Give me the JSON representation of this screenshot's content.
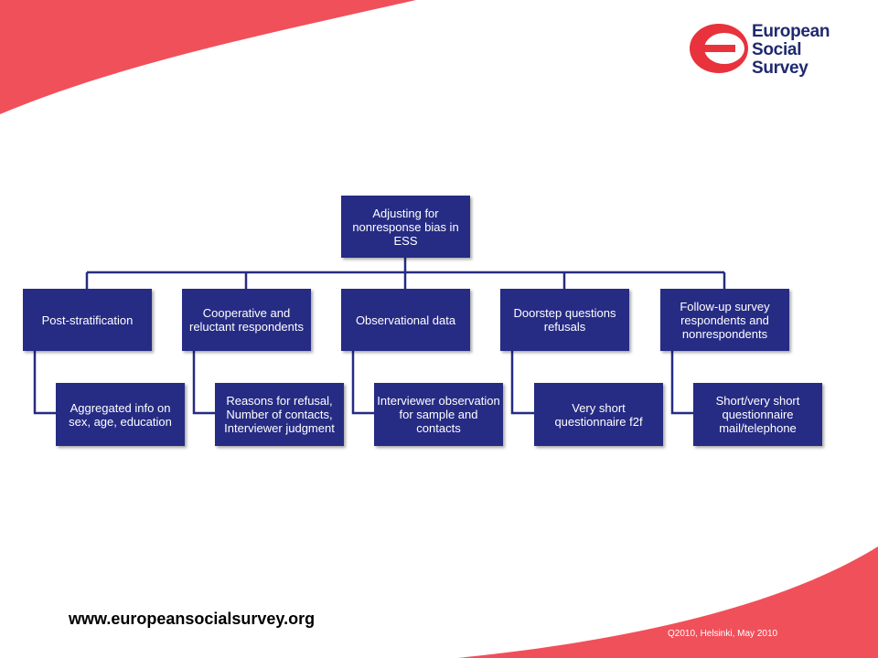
{
  "brand": {
    "logo_lines": [
      "European",
      "Social",
      "Survey"
    ],
    "accent_color": "#f0505a",
    "navy_color": "#262b84"
  },
  "chart": {
    "root": "Adjusting for nonresponse bias in ESS",
    "branches": [
      {
        "label": "Post-stratification",
        "detail": "Aggregated info on sex, age, education"
      },
      {
        "label": "Cooperative and reluctant respondents",
        "detail": "Reasons for refusal, Number of contacts, Interviewer judgment"
      },
      {
        "label": "Observational data",
        "detail": "Interviewer observation for sample and contacts"
      },
      {
        "label": "Doorstep questions refusals",
        "detail": "Very short questionnaire f2f"
      },
      {
        "label": "Follow-up survey respondents and nonrespondents",
        "detail": "Short/very short questionnaire mail/telephone"
      }
    ]
  },
  "footer": {
    "url": "www.europeansocialsurvey.org",
    "event": "Q2010, Helsinki, May 2010"
  }
}
